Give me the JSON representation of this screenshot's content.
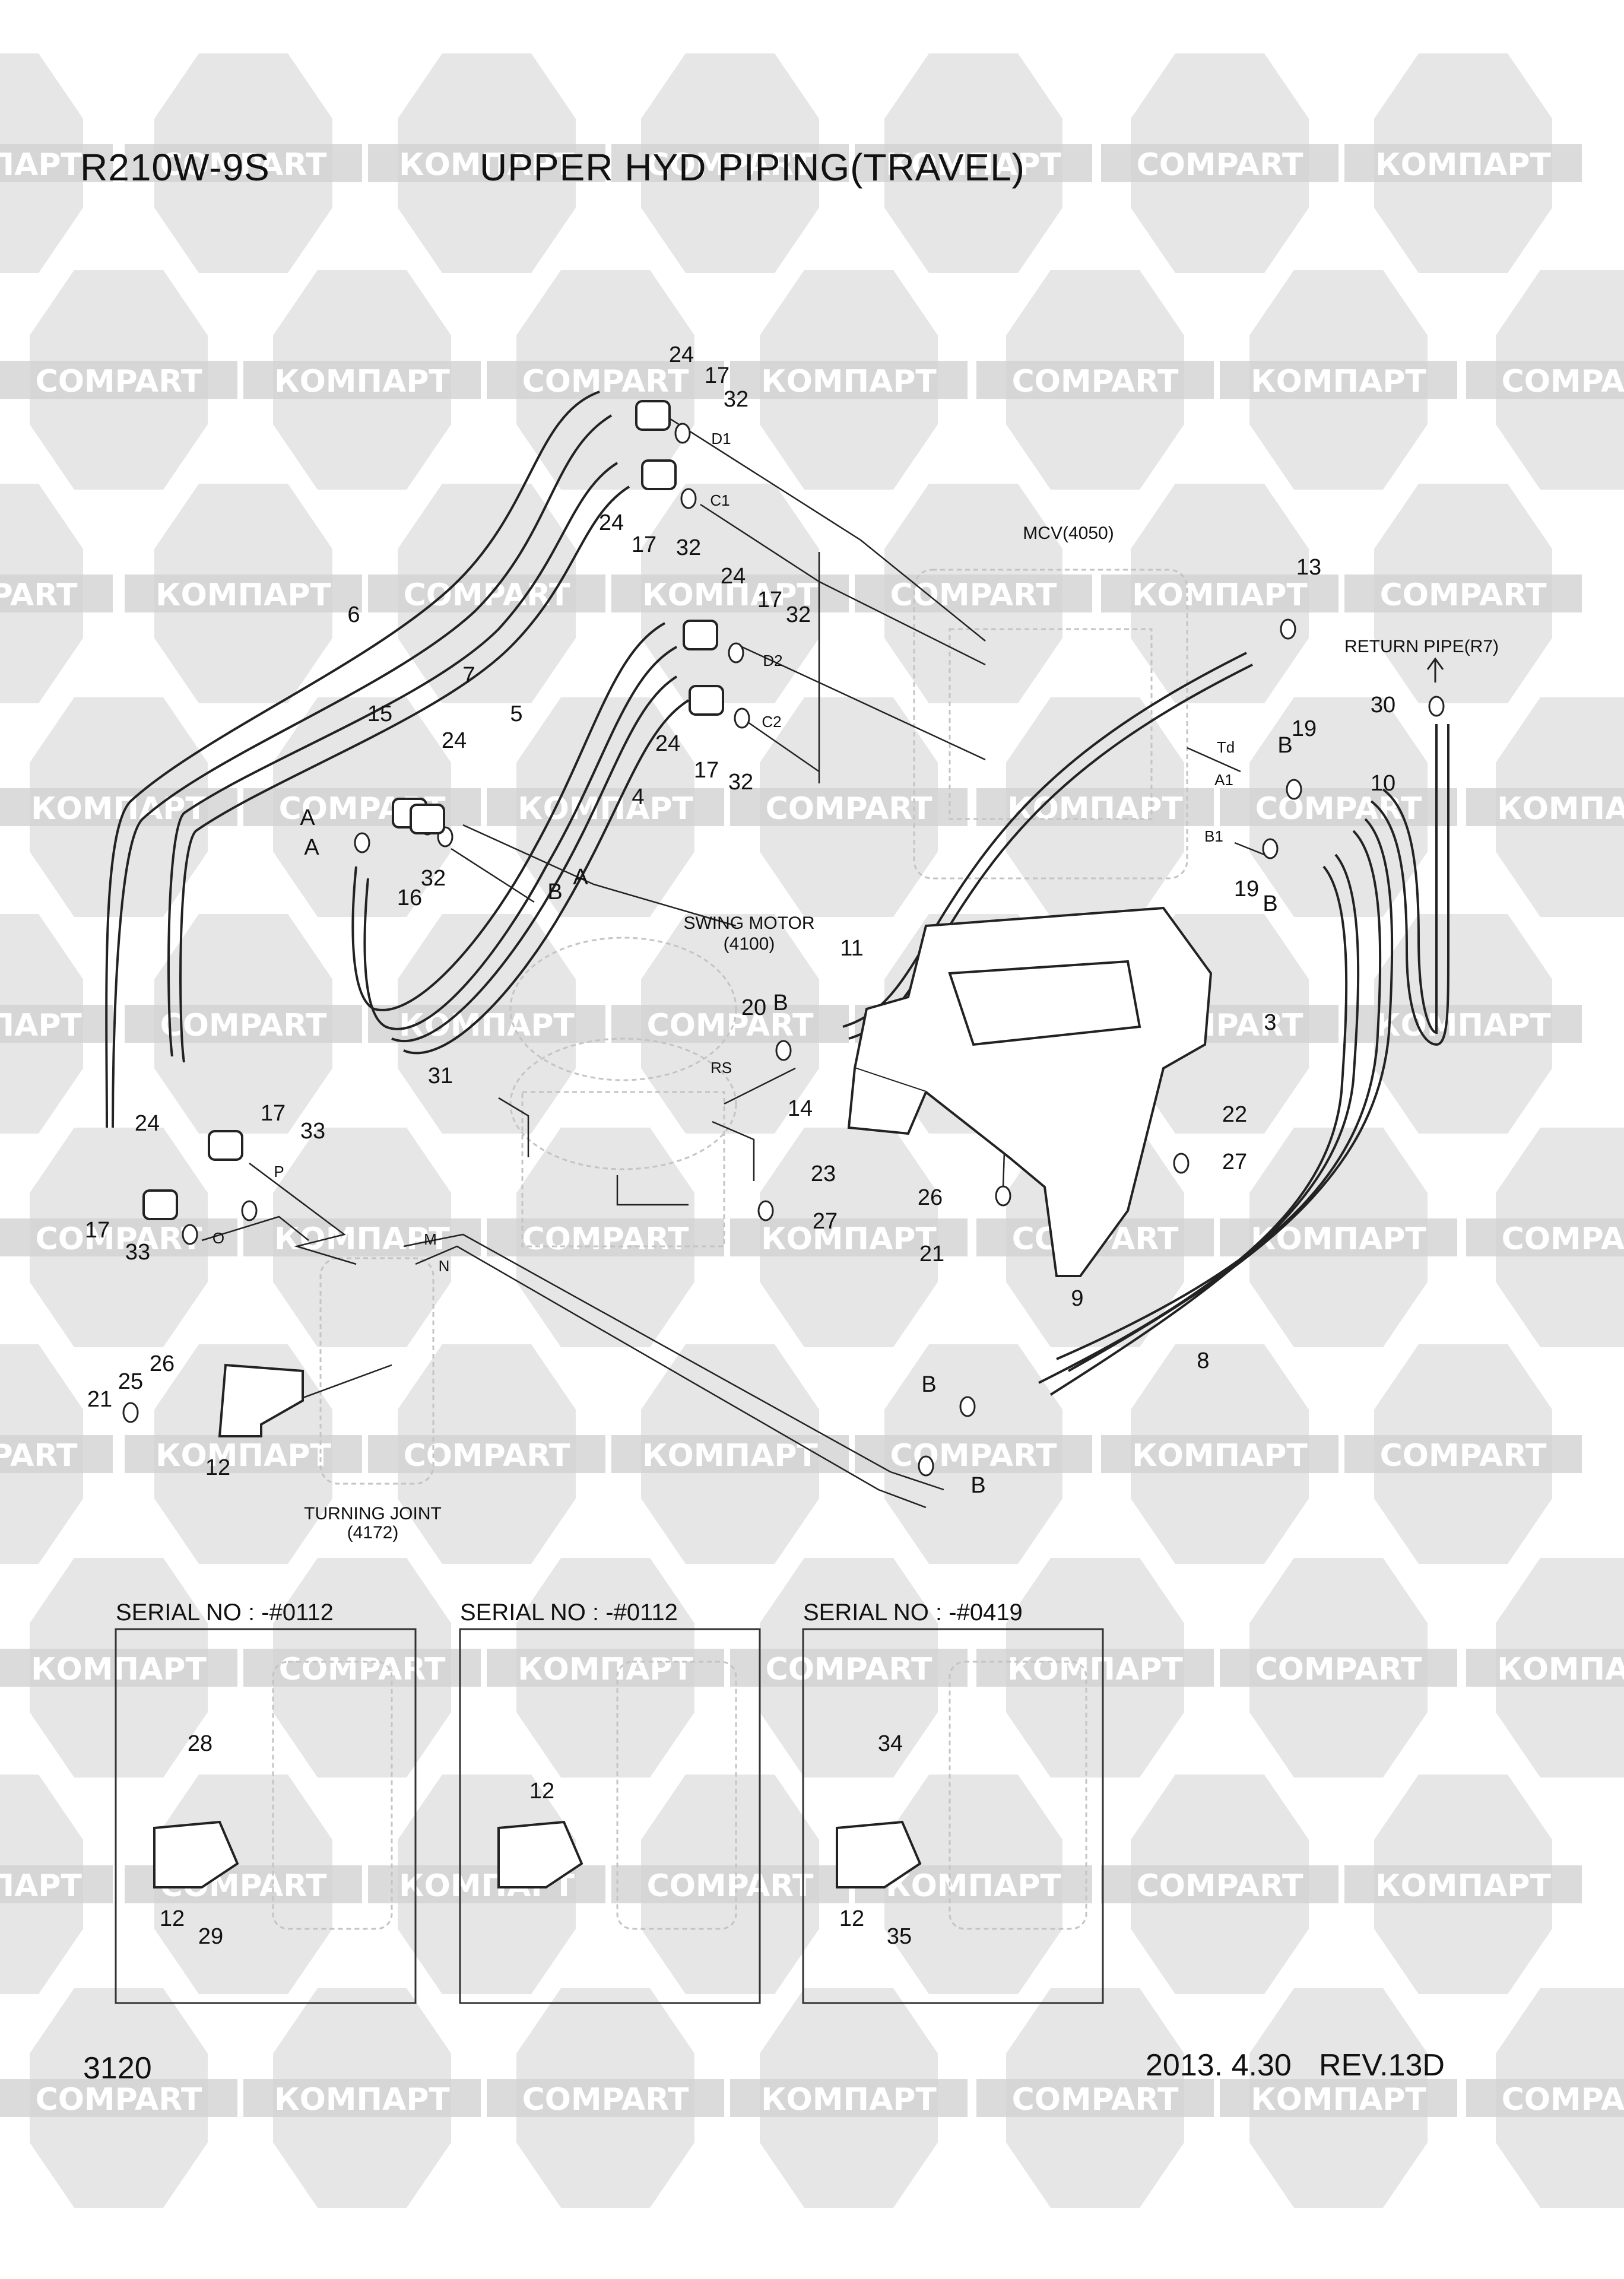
{
  "header": {
    "model": "R210W-9S",
    "title": "UPPER HYD PIPING(TRAVEL)"
  },
  "footer": {
    "page": "3120",
    "date": "2013. 4.30",
    "rev": "REV.13D"
  },
  "watermark": {
    "left": "КОМПАРТ",
    "right": "COMPART",
    "color": "#d2d2d2"
  },
  "components": {
    "mcv": "MCV(4050)",
    "return_pipe": "RETURN PIPE(R7)",
    "swing_motor": [
      "SWING MOTOR",
      "(4100)"
    ],
    "turning_joint": [
      "TURNING JOINT",
      "(4172)"
    ]
  },
  "ports": [
    "D1",
    "C1",
    "D2",
    "C2",
    "A",
    "A",
    "A",
    "B",
    "Td",
    "A1",
    "B1",
    "B",
    "B",
    "B",
    "B",
    "B",
    "RS",
    "P",
    "O",
    "M",
    "N"
  ],
  "callouts": [
    "24",
    "17",
    "32",
    "24",
    "17",
    "32",
    "6",
    "7",
    "24",
    "17",
    "32",
    "24",
    "17",
    "32",
    "5",
    "4",
    "15",
    "24",
    "16",
    "32",
    "13",
    "30",
    "10",
    "19",
    "19",
    "11",
    "20",
    "3",
    "31",
    "14",
    "22",
    "27",
    "23",
    "27",
    "26",
    "21",
    "24",
    "17",
    "33",
    "17",
    "33",
    "9",
    "8",
    "21",
    "25",
    "26",
    "12",
    "28",
    "12",
    "29",
    "12",
    "34",
    "12",
    "35"
  ],
  "serial_panels": [
    "SERIAL NO : -#0112",
    "SERIAL NO : -#0112",
    "SERIAL NO : -#0419"
  ]
}
